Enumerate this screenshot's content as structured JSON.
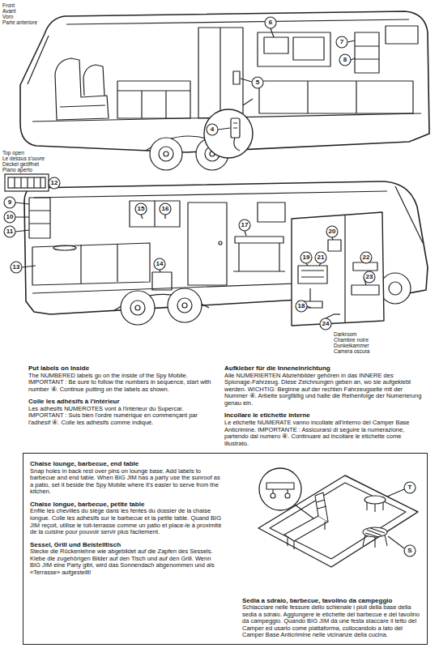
{
  "diagram": {
    "nodes": [
      {
        "text": [
          "Chaise lounge, barbecue, end table",
          "Snap holes in back rest over pins on lounge base. Add labels to barbecue and end table. When BIG JIM has a party use the sunroof as a patio, set it beside the Spy Mobile where it's easier to serve from the kitchen.",
          "Chaise longue, barbecue, petite table",
          "Enfile les chevilles du siège dans les fentes du dossier de la chaise longue. Colle les adhésifs sur le barbecue et la petite table. Quand BIG JIM reçoit, utilise le toit-terrasse comme un patio et place-le à proximité de la cuisine pour pouvoir servir plus facilement.",
          "Sessel, Grill und Beistelltisch",
          "Stecke die Rückenlehne wie abgebildet auf die Zapfen des Sessels. Klebe die zugehörigen Bilder auf den Tisch und auf den Grill. Wenn BIG JIM eine Party gibt, wird das Sonnendach abgenommen und als «Terrasse» aufgestellt!",
          "Sedia a sdraio, barbecue, tavolino da campeggio",
          "Schiacciare nelle fessure dello schienale i pioli della base della sedia a sdraio. Aggiungere le etichette del barbecue e del tavolino da campeggio. Quando BIG JIM dà une festa staccare il tetto del Camper ed usarlo come piattaforma, collocandolo a lato del Camper Base Anticrimine nelle vicinanze della cucina."
        ]
      }
    ],
    "labels": [
      "Front",
      "Avant",
      "Vorn",
      "Parte anteriore",
      "6",
      "7",
      "8",
      "5",
      "4",
      "Top open",
      "Le dessus s'ouvre",
      "Deckel geöffnet",
      "Piano aperto",
      "12",
      "9",
      "10",
      "11",
      "13",
      "15",
      "16",
      "14",
      "17",
      "19",
      "21",
      "20",
      "22",
      "23",
      "18",
      "24",
      "Darkroom",
      "Chambre noire",
      "Dunkelkammer",
      "Camera oscura",
      "Put labels on Inside",
      "The NUMBERED labels go on the inside of the Spy Mobile. IMPORTANT : Be sure to follow the numbers in sequence, start with number ④. Continue putting on the labels as shown.",
      "Colle les adhésifs à l'intérieur",
      "Les adhésifs NUMEROTES vont à l'intérieur du Supercar. IMPORTANT : Suis bien l'ordre numérique en commençant par l'adhésif ④. Colle les adhésifs comme indiqué.",
      "Aufkleber für die Inneneinrichtung",
      "Alle NUMERIERTEN Abziehbilder gehören in das INNERE des Spionage-Fahrzeug. Diese Zeichnungen geben an, wo sie aufgeklebt werden. WICHTIG: Beginne auf der rechten Fahrzeugseite mit der Nummer ④. Arbeite sorgfältig und halte die Reihenfolge der Numerierung genau ein.",
      "Incollare le etichette interne",
      "Le etichette NUMERATE vanno incollate all'interno del Camper Base Anticrimine. IMPORTANTE : Assicurarsi di seguire la numerazione, partendo dal numero ④. Continuare ad incollare le etichette come illustrato.",
      "T",
      "S"
    ]
  }
}
